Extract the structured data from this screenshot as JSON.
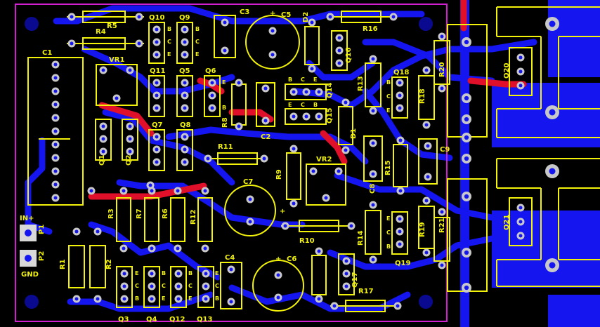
{
  "colors": {
    "background": "#000000",
    "trace": "#1515f0",
    "trace_alt": "#e0102a",
    "silkscreen": "#f2f20a",
    "pad": "#c8c8c8",
    "hole": "#1515f0",
    "outline": "#d020d0",
    "mount_hole": "#0a0a90"
  },
  "labels": {
    "c1": "C1",
    "c2": "C2",
    "c3": "C3",
    "c4": "C4",
    "c5": "C5",
    "c6": "C6",
    "c7": "C7",
    "c8": "C8",
    "c9": "C9",
    "r1": "R1",
    "r2": "R2",
    "r3": "R3",
    "r4": "R4",
    "r5": "R5",
    "r6": "R6",
    "r7": "R7",
    "r8": "R8",
    "r9": "R9",
    "r10": "R10",
    "r11": "R11",
    "r12": "R12",
    "r13": "R13",
    "r14": "R14",
    "r15": "R15",
    "r16": "R16",
    "r17": "R17",
    "r18": "R18",
    "r19": "R19",
    "r20": "R20",
    "r21": "R21",
    "q1": "Q1",
    "q2": "Q2",
    "q3": "Q3",
    "q4": "Q4",
    "q5": "Q5",
    "q6": "Q6",
    "q7": "Q7",
    "q8": "Q8",
    "q9": "Q9",
    "q10": "Q10",
    "q11": "Q11",
    "q12": "Q12",
    "q13": "Q13",
    "q14": "Q14",
    "q15": "Q15",
    "q16": "Q16",
    "q17": "Q17",
    "q18": "Q18",
    "q19": "Q19",
    "q20": "Q20",
    "q21": "Q21",
    "d1": "D1",
    "d2": "D2",
    "vr1": "VR1",
    "vr2": "VR2",
    "p1": "P1",
    "p2": "P2",
    "in_plus": "IN+",
    "gnd": "GND",
    "pin_b": "B",
    "pin_c": "C",
    "pin_e": "E",
    "plus": "+"
  }
}
